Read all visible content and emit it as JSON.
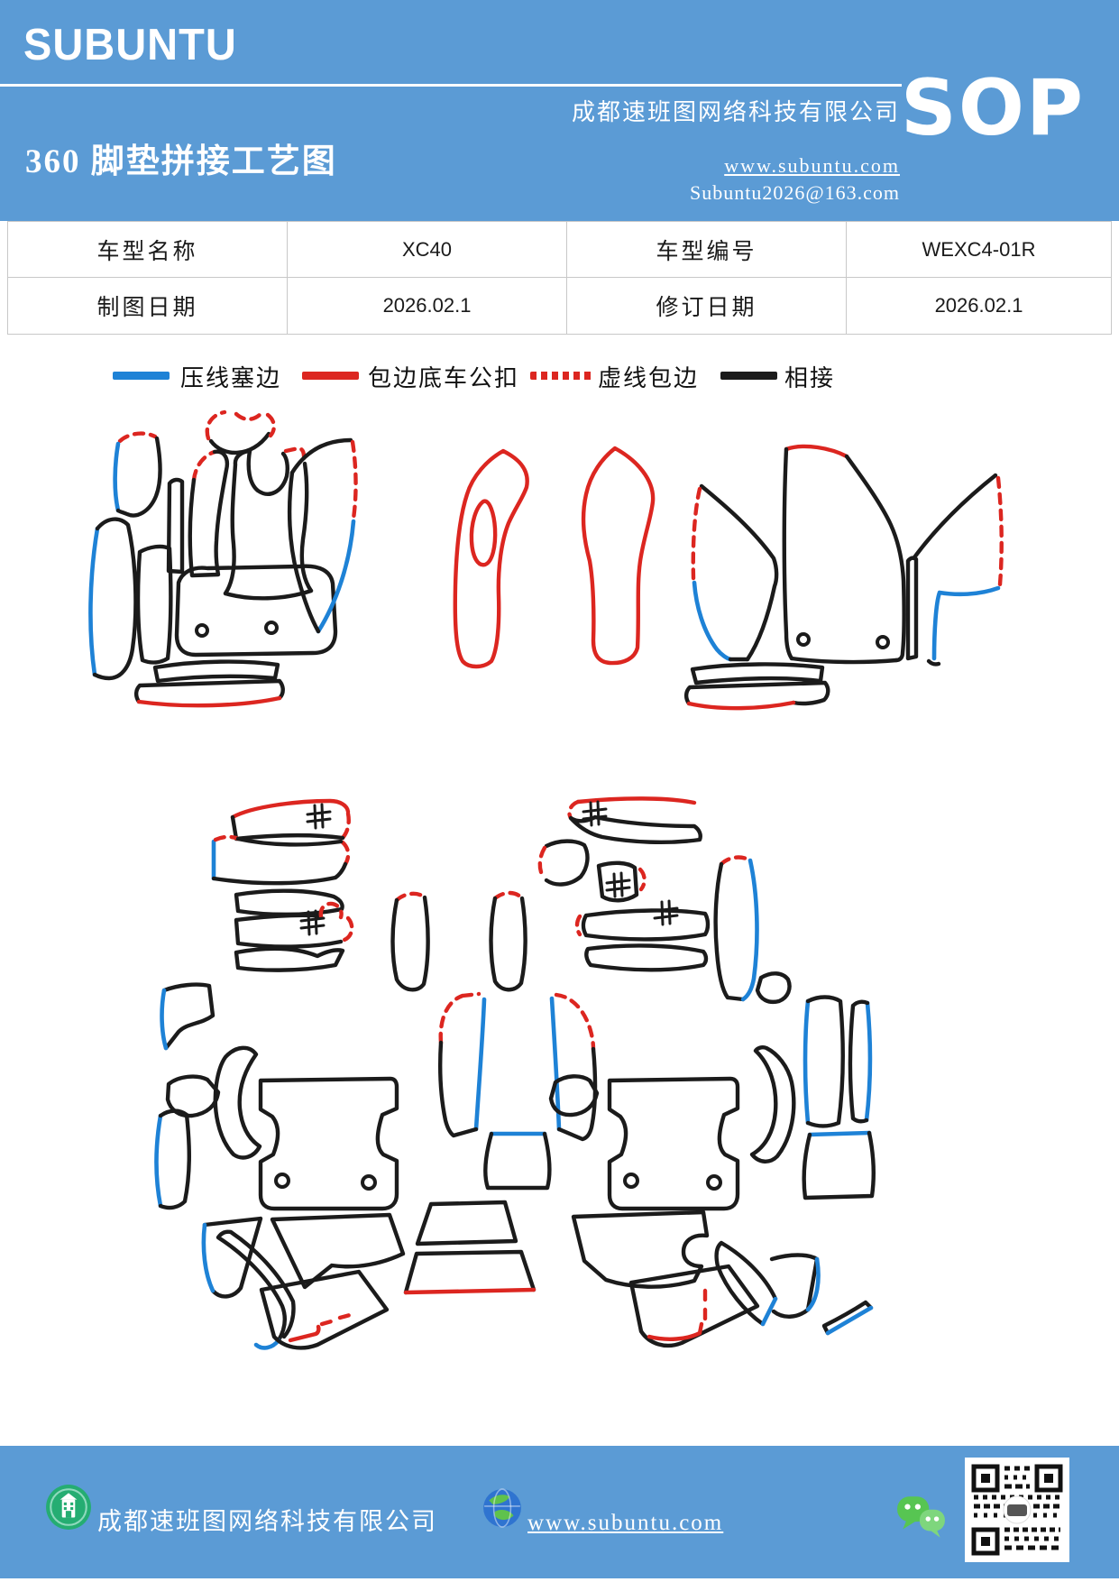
{
  "header": {
    "logo": "SUBUNTU",
    "company": "成都速班图网络科技有限公司",
    "title": "360 脚垫拼接工艺图",
    "website": "www.subuntu.com",
    "email": "Subuntu2026@163.com",
    "sop": "SOP",
    "bg_color": "#5b9bd5"
  },
  "info_table": {
    "rows": [
      {
        "label1": "车型名称",
        "value1": "XC40",
        "label2": "车型编号",
        "value2": "WEXC4-01R"
      },
      {
        "label1": "制图日期",
        "value1": "2026.02.1",
        "label2": "修订日期",
        "value2": "2026.02.1"
      }
    ]
  },
  "legend": {
    "items": [
      {
        "label": "压线塞边",
        "style": "solid",
        "color": "#1e82d6"
      },
      {
        "label": "包边底车公扣",
        "style": "solid",
        "color": "#dc2620"
      },
      {
        "label": "虚线包边",
        "style": "dotted",
        "color": "#dc2620"
      },
      {
        "label": "相接",
        "style": "solid",
        "color": "#1b1b1b"
      }
    ]
  },
  "diagram": {
    "line_colors": {
      "press_edge_blue": "#1e82d6",
      "binding_red": "#dc2620",
      "joint_black": "#1b1b1b"
    },
    "upper": "trunk-mat-pieces-outline",
    "lower": "floor-mat-pieces-outline"
  },
  "footer": {
    "company": "成都速班图网络科技有限公司",
    "website": "www.subuntu.com",
    "bg_color": "#5b9bd5"
  }
}
